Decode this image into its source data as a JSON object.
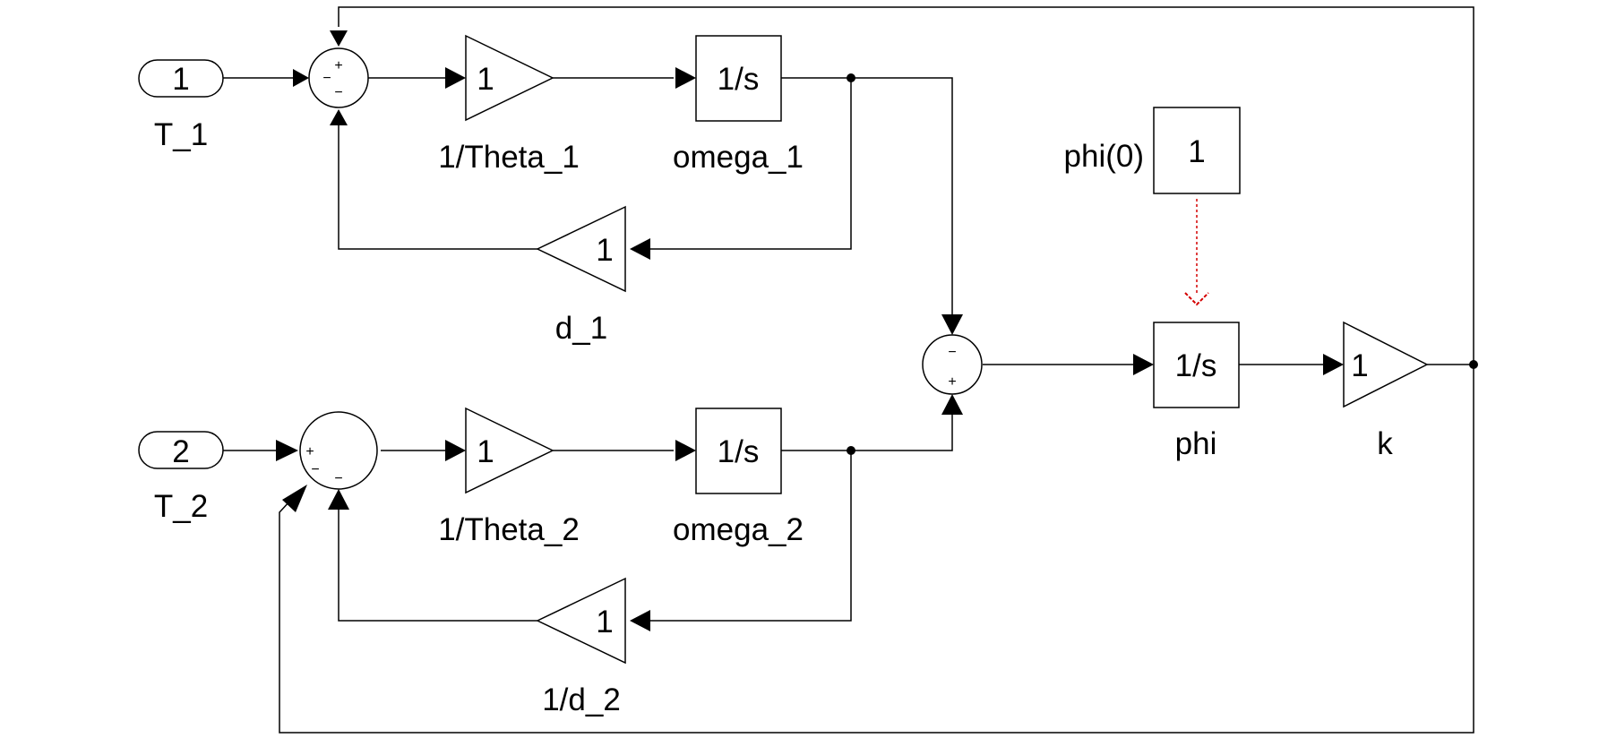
{
  "diagram": {
    "inports": [
      {
        "number": "1",
        "name": "T_1"
      },
      {
        "number": "2",
        "name": "T_2"
      }
    ],
    "gains": {
      "inv_theta_1": {
        "value": "1",
        "name": "1/Theta_1"
      },
      "inv_theta_2": {
        "value": "1",
        "name": "1/Theta_2"
      },
      "d_1": {
        "value": "1",
        "name": "d_1"
      },
      "inv_d_2": {
        "value": "1",
        "name": "1/d_2"
      },
      "k": {
        "value": "1",
        "name": "k"
      }
    },
    "integrators": {
      "omega_1": {
        "value": "1/s",
        "name": "omega_1"
      },
      "omega_2": {
        "value": "1/s",
        "name": "omega_2"
      },
      "phi": {
        "value": "1/s",
        "name": "phi"
      }
    },
    "constant": {
      "value": "1",
      "name": "phi(0)"
    },
    "sums": {
      "sum_1": {
        "signs": [
          "+",
          "−",
          "−"
        ]
      },
      "sum_2": {
        "signs": [
          "+",
          "−",
          "−"
        ]
      },
      "sum_3": {
        "signs": [
          "−",
          "+"
        ]
      }
    },
    "colors": {
      "line": "#000000",
      "initial_condition_link": "#d40000"
    }
  }
}
